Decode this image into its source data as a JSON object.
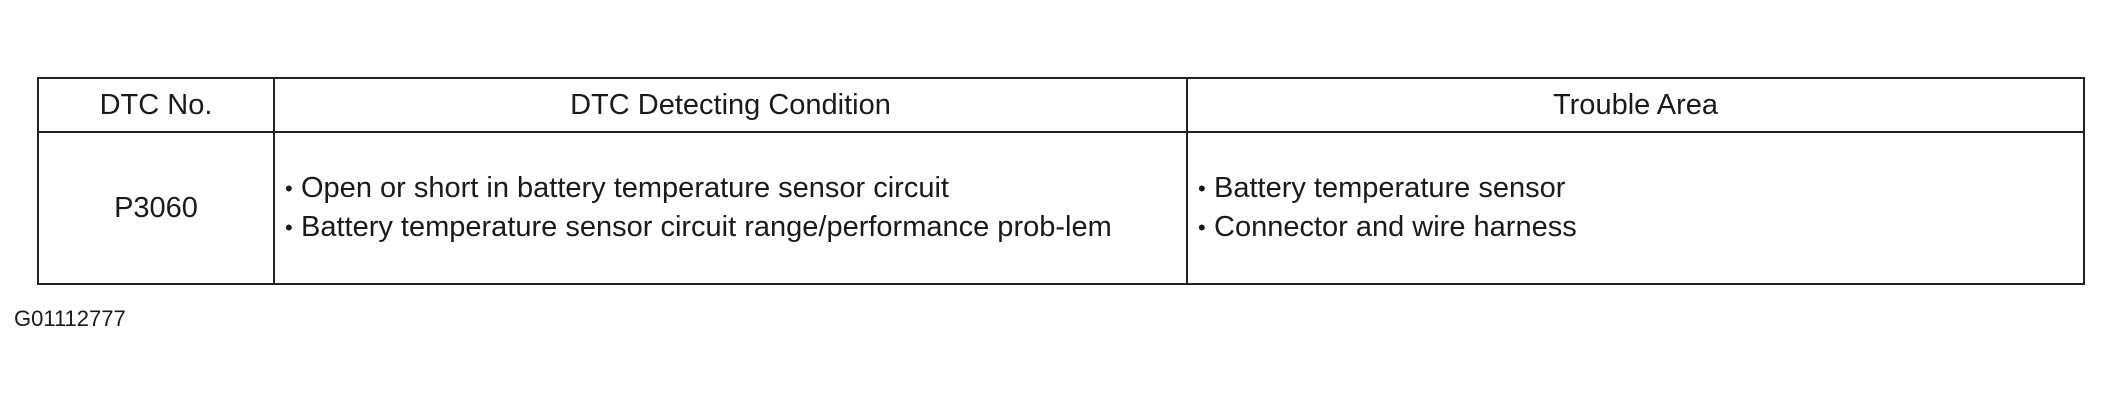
{
  "table": {
    "headers": [
      "DTC No.",
      "DTC Detecting Condition",
      "Trouble Area"
    ],
    "rows": [
      {
        "code": "P3060",
        "conditions": [
          "Open or short in battery temperature sensor circuit",
          "Battery temperature sensor circuit range/performance prob-lem"
        ],
        "trouble_areas": [
          "Battery temperature sensor",
          "Connector and wire harness"
        ]
      }
    ]
  },
  "footer": {
    "image_id": "G01112777"
  },
  "icons": {
    "bullet": "bullet-icon"
  }
}
